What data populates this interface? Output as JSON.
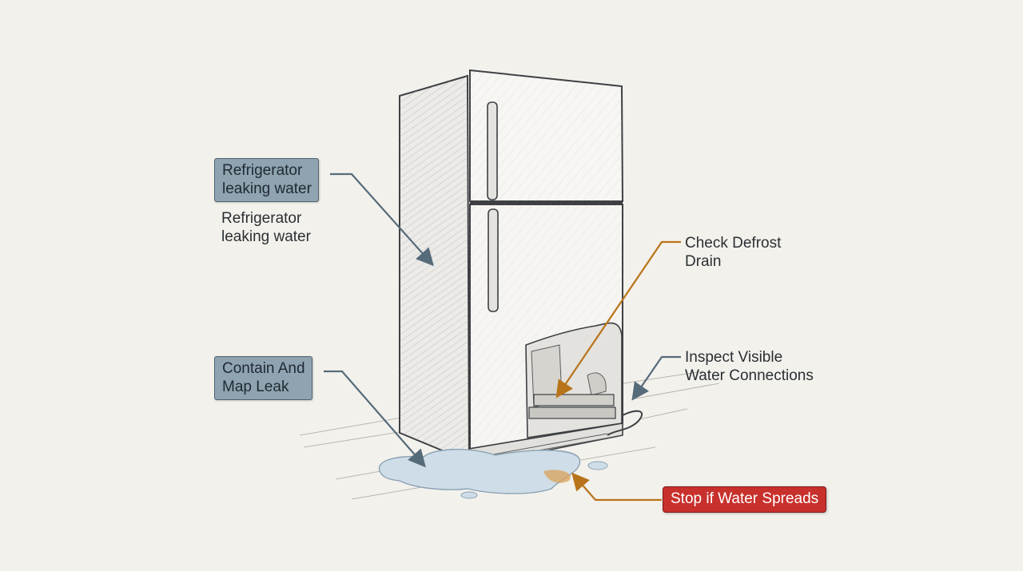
{
  "labels": {
    "leak_box": "Refrigerator\nleaking water",
    "leak_plain": "Refrigerator\nleaking water",
    "defrost": "Check Defrost\nDrain",
    "connections": "Inspect Visible\nWater Connections",
    "contain": "Contain And\nMap Leak",
    "stop": "Stop if Water Spreads"
  },
  "colors": {
    "box_fill": "#8fa3b1",
    "box_border": "#4e6270",
    "leader_slate": "#566b7a",
    "leader_orange": "#b8741a",
    "danger_red": "#c8302c",
    "water": "#cfdde8",
    "rust": "#d9a25a"
  },
  "icons": {
    "fridge": "refrigerator-illustration",
    "puddle": "water-puddle"
  }
}
